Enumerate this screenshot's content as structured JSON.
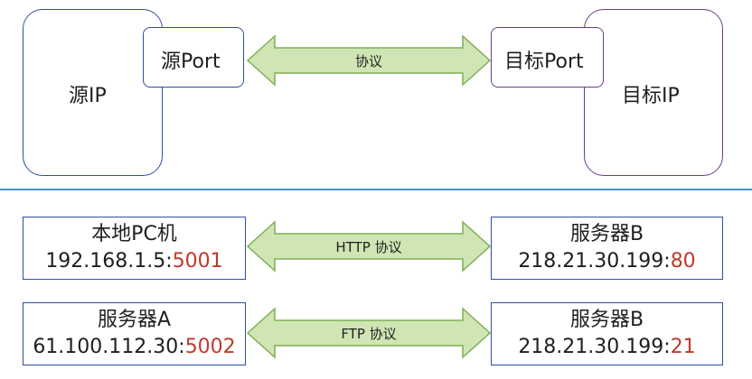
{
  "top": {
    "source_ip": "源IP",
    "source_port": "源Port",
    "protocol": "协议",
    "dest_port": "目标Port",
    "dest_ip": "目标IP"
  },
  "rows": [
    {
      "left_line1": "本地PC机",
      "left_addr": "192.168.1.5:",
      "left_port": "5001",
      "protocol": "HTTP 协议",
      "right_line1": "服务器B",
      "right_addr": "218.21.30.199:",
      "right_port": "80"
    },
    {
      "left_line1": "服务器A",
      "left_addr": "61.100.112.30:",
      "left_port": "5002",
      "protocol": "FTP 协议",
      "right_line1": "服务器B",
      "right_addr": "218.21.30.199:",
      "right_port": "21"
    }
  ],
  "colors": {
    "arrow_fill": "#cfe6b4",
    "arrow_stroke": "#7fae55",
    "port_highlight": "#c0392b",
    "divider": "#4a90d9"
  }
}
